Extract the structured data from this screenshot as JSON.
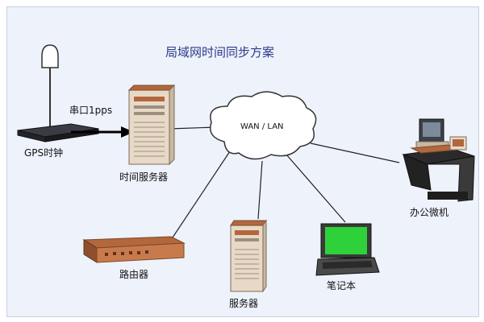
{
  "title": "局域网时间同步方案",
  "labels": {
    "gps_clock": "GPS时钟",
    "serial_link": "串口1pps",
    "time_server": "时间服务器",
    "cloud": "WAN / LAN",
    "office_pc": "办公微机",
    "router": "路由器",
    "server": "服务器",
    "notebook": "笔记本"
  },
  "colors": {
    "panel_bg": "#eef2fb",
    "title": "#2b3a8a",
    "server_body": "#e8d9c7",
    "device_brown": "#b3673d",
    "screen_green": "#2fd13a",
    "line": "#222222"
  }
}
